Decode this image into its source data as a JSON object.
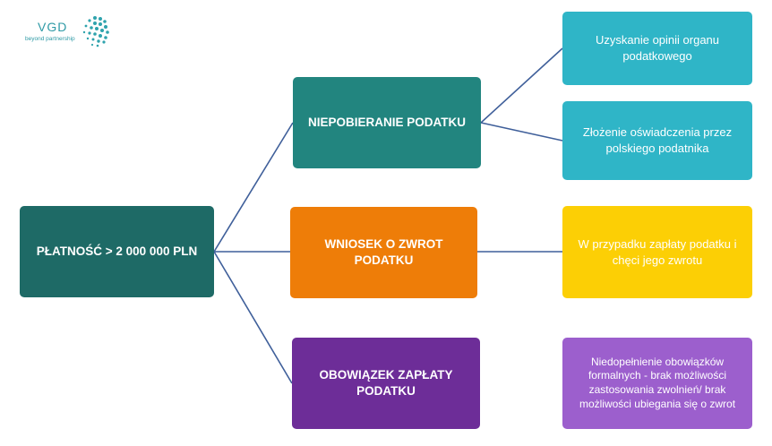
{
  "logo": {
    "name": "VGD",
    "tagline": "beyond partnership"
  },
  "root": {
    "label": "PŁATNOŚĆ > 2 000 000 PLN"
  },
  "branches": [
    {
      "label": "NIEPOBIERANIE PODATKU",
      "children": [
        "Uzyskanie opinii organu podatkowego",
        "Złożenie oświadczenia przez polskiego podatnika"
      ]
    },
    {
      "label": "WNIOSEK O ZWROT PODATKU",
      "children": [
        "W przypadku zapłaty podatku i chęci jego zwrotu"
      ]
    },
    {
      "label": "OBOWIĄZEK ZAPŁATY PODATKU",
      "children": [
        "Niedopełnienie obowiązków formalnych - brak możliwości zastosowania zwolnień/ brak możliwości ubiegania się o zwrot"
      ]
    }
  ],
  "colors": {
    "root": "#1e6a66",
    "branch_1": "#22857f",
    "branch_2": "#ee7d08",
    "branch_3": "#6d2d98",
    "leaf_1": "#2fb5c7",
    "leaf_2": "#fccf05",
    "leaf_3": "#9c5fcd",
    "connector": "#3f5f9a"
  }
}
